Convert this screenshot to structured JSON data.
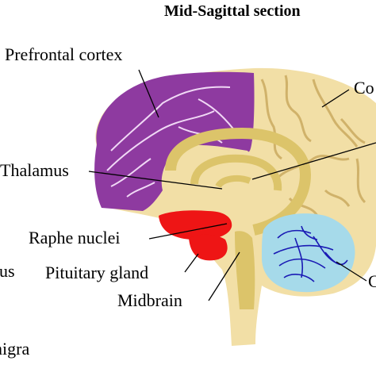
{
  "title": "Mid-Sagittal section",
  "labels": {
    "prefrontal": "Prefrontal cortex",
    "thalamus": "Thalamus",
    "raphe": "Raphe nuclei",
    "pituitary": "Pituitary gland",
    "midbrain": "Midbrain",
    "hippocampus_fragment": "pus",
    "substantia_nigra_fragment": "nigra",
    "cortex_fragment": "Co",
    "cerebellum_fragment": "C"
  },
  "colors": {
    "brain": "#f2dfa6",
    "inner_tan": "#dcc46a",
    "sulci": "#d0b26a",
    "prefrontal": "#8e3aa0",
    "prefrontal_lines": "#f0d8f5",
    "raphe": "#ee1515",
    "pituitary": "#ee1515",
    "cerebellum": "#a6daea",
    "cerebellum_lines": "#1a1ab4",
    "leader_lines": "#000000"
  }
}
